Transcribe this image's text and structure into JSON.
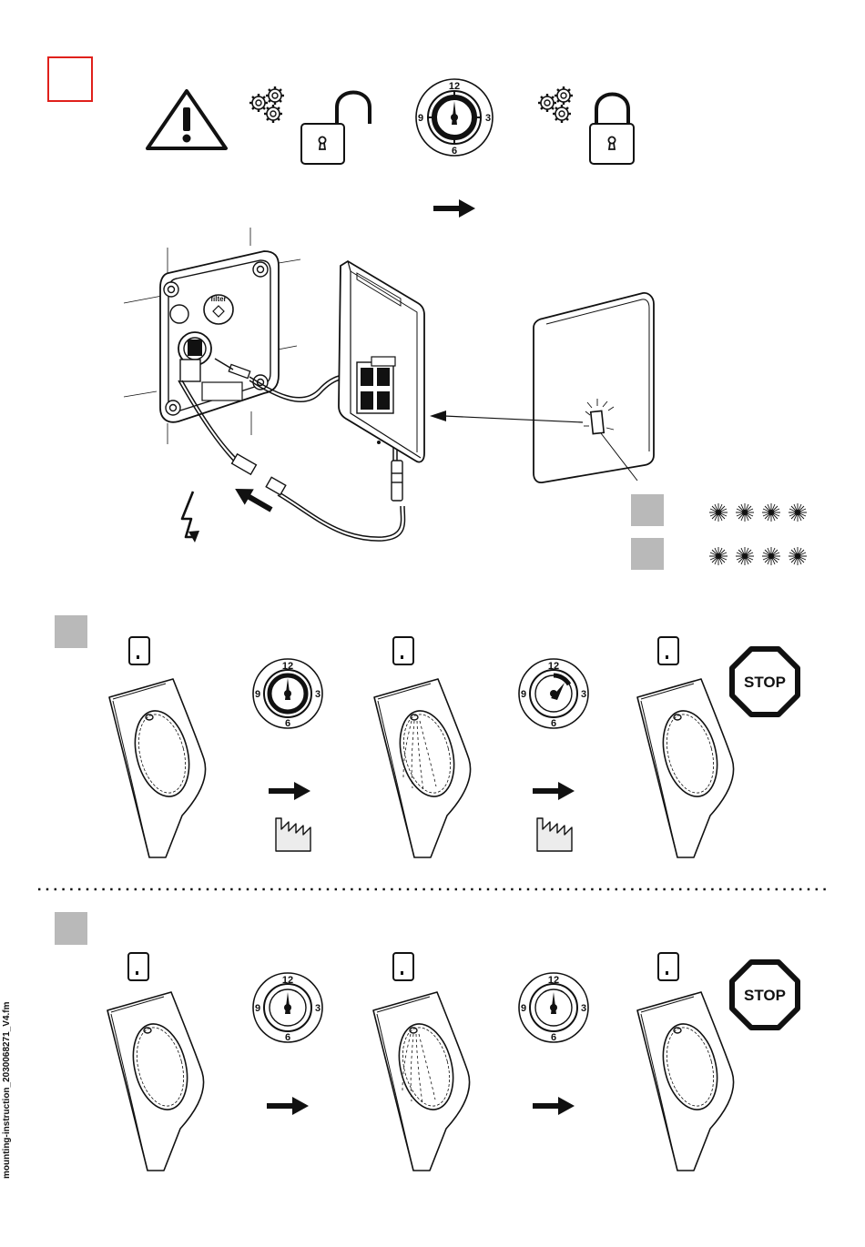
{
  "page": {
    "side_label": "mounting-instruction_2030068271_V4.fm"
  },
  "colors": {
    "ink": "#111111",
    "accent_red": "#e0201b",
    "gray_square": "#b9b9b9"
  },
  "icons": {
    "top_row": [
      "warning-icon",
      "gears-icon",
      "padlock-open-icon",
      "clock-icon",
      "gears-icon",
      "padlock-closed-icon"
    ],
    "wiring": [
      "wall-box-icon",
      "cover-plate-icon",
      "front-plate-icon",
      "lightning-icon",
      "arrow-icon"
    ],
    "steps": [
      "urinal-icon",
      "clock-icon",
      "factory-icon",
      "arrow-icon",
      "stop-sign-icon"
    ]
  },
  "clock": {
    "t12": "12",
    "t3": "3",
    "t6": "6",
    "t9": "9"
  },
  "stop": {
    "label": "STOP"
  },
  "led": {
    "blink_count": 4
  },
  "filter_label": "filter"
}
